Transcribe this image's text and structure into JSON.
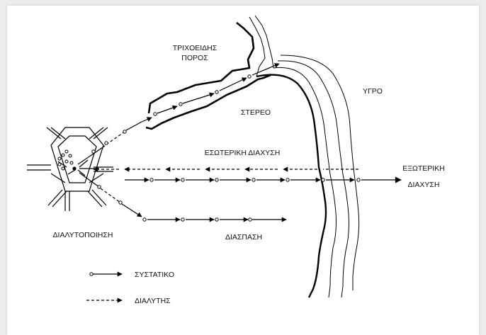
{
  "labels": {
    "capillary_pore": [
      "ΤΡΙΧΟΕΙΔΗΣ",
      "ΠΟΡΟΣ"
    ],
    "liquid": "ΥΓΡΟ",
    "solid": "ΣΤΕΡΕΟ",
    "internal_diffusion": "ΕΣΩΤΕΡΙΚΗ ΔΙΑΧΥΣΗ",
    "external_diffusion": [
      "ΕΞΩΤΕΡΙΚΗ",
      "ΔΙΑΧΥΣΗ"
    ],
    "solubilization": "ΔΙΑΛΥΤΟΠΟΙΗΣΗ",
    "decomposition": "ΔΙΑΣΠΑΣΗ"
  },
  "legend": [
    {
      "symbol": "solid-arrow-with-dot",
      "label": "ΣΥΣΤΑΤΙΚΟ"
    },
    {
      "symbol": "dashed-arrow",
      "label": "ΔΙΑΛΥΤΗΣ"
    }
  ]
}
